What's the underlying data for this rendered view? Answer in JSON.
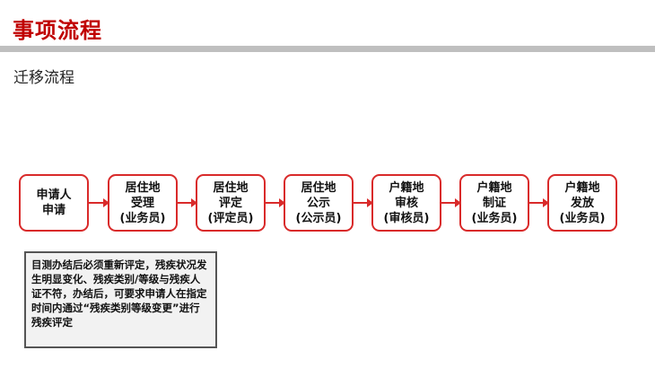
{
  "header": {
    "title": "事项流程",
    "section": "迁移流程"
  },
  "flow": {
    "steps": [
      {
        "lines": [
          "申请人",
          "申请"
        ]
      },
      {
        "lines": [
          "居住地",
          "受理",
          "(业务员)"
        ]
      },
      {
        "lines": [
          "居住地",
          "评定",
          "(评定员)"
        ]
      },
      {
        "lines": [
          "居住地",
          "公示",
          "(公示员)"
        ]
      },
      {
        "lines": [
          "户籍地",
          "审核",
          "(审核员)"
        ]
      },
      {
        "lines": [
          "户籍地",
          "制证",
          "(业务员)"
        ]
      },
      {
        "lines": [
          "户籍地",
          "发放",
          "(业务员)"
        ]
      }
    ]
  },
  "note": {
    "text": "目测办结后必须重新评定，残疾状况发生明显变化、残疾类别/等级与残疾人证不符，办结后，可要求申请人在指定时间内通过“残疾类别等级变更”进行残疾评定"
  },
  "colors": {
    "title": "#c00000",
    "accent": "#d92a2a",
    "bar": "#bfbfbf"
  }
}
